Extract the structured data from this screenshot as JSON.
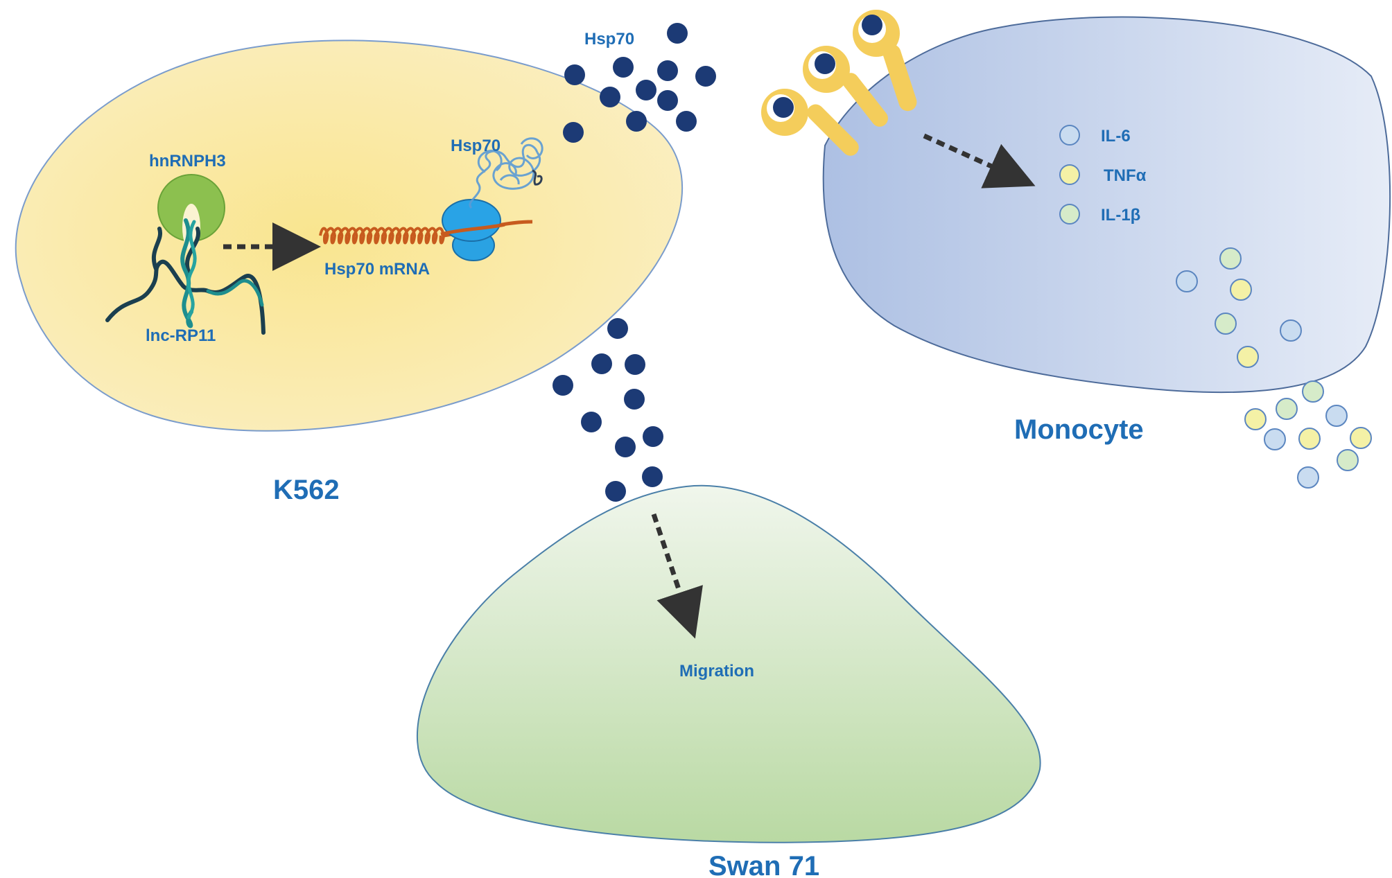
{
  "cells": {
    "k562": {
      "name": "K562"
    },
    "monocyte": {
      "name": "Monocyte"
    },
    "swan71": {
      "name": "Swan 71"
    }
  },
  "labels": {
    "hnrnph3": "hnRNPH3",
    "lnc_rp11": "lnc-RP11",
    "hsp70_mrna": "Hsp70 mRNA",
    "hsp70_protein": "Hsp70",
    "hsp70_secreted": "Hsp70",
    "migration": "Migration"
  },
  "cytokines": [
    {
      "label": "IL-6",
      "color": "#c9dcf0"
    },
    {
      "label": "TNFα",
      "color": "#f4f1a6"
    },
    {
      "label": "IL-1β",
      "color": "#d6ebc9"
    }
  ],
  "colors": {
    "k562_fill": "#fbe9a3",
    "monocyte_fill": "#b9c9e6",
    "swan71_fill": "#cfe4bf",
    "cell_outline": "#7a9ccc",
    "hsp70_dot": "#1c3a75",
    "receptor": "#f4cd5b",
    "label_text": "#1f6db5",
    "arrow": "#333333"
  }
}
